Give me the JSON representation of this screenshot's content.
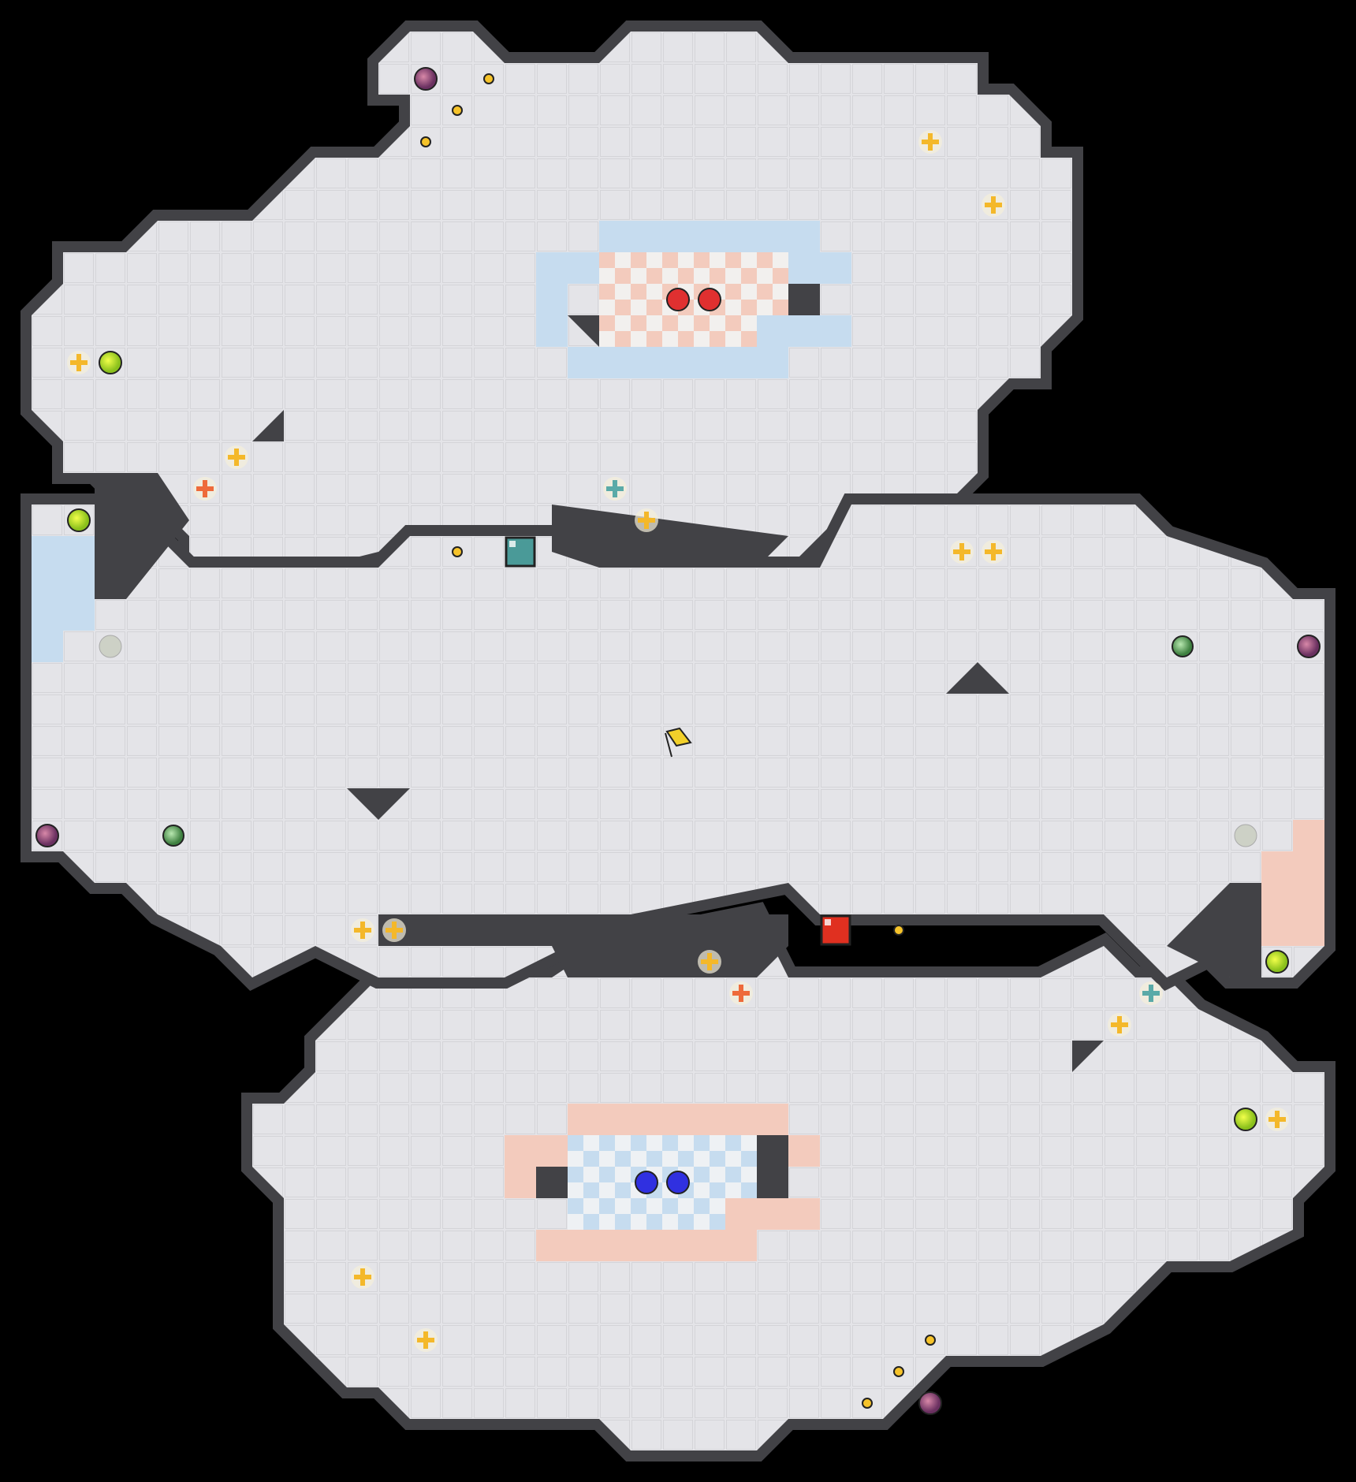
{
  "map": {
    "background_color": "#000000",
    "floor_color": "#e4e4e8",
    "wall_color": "#424246",
    "grid_color": "#d2d2d6",
    "red_team_color": "#e03030",
    "blue_team_color": "#3030e0"
  },
  "entities": {
    "flags": [
      {
        "team": "neutral",
        "icon": "yellow-flag-icon"
      }
    ],
    "red_team_balls": 2,
    "blue_team_balls": 2,
    "bombs": 6,
    "powerups": 4,
    "speed_pads": 4,
    "gates": 2,
    "portals": 6,
    "boost_count": 22
  }
}
